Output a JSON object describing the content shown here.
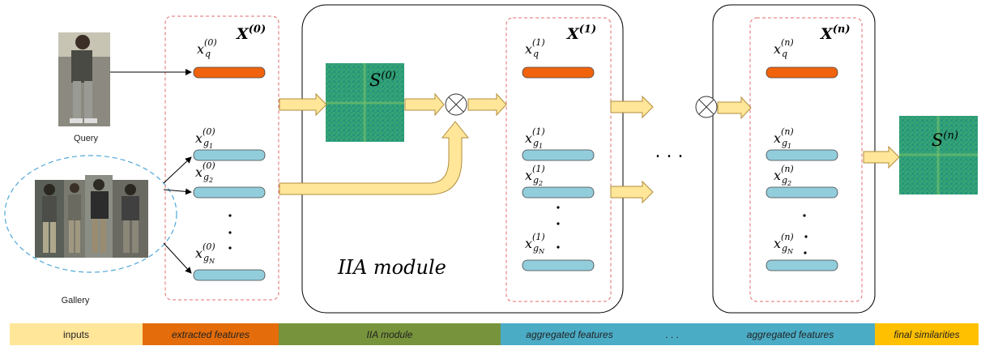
{
  "labels": {
    "query": "Query",
    "gallery": "Gallery",
    "iia_module": "IIA module",
    "x0": "X",
    "x0_sup": "(0)",
    "x1": "X",
    "x1_sup": "(1)",
    "xn": "X",
    "xn_sup": "(n)",
    "s0": "S",
    "s0_sup": "(0)",
    "sn": "S",
    "sn_sup": "(n)",
    "feat_var": "x",
    "q_sub": "q",
    "g1_sub": "g",
    "g1_subsub": "1",
    "g2_sub": "g",
    "g2_subsub": "2",
    "gN_sub": "g",
    "gN_subsub": "N",
    "sup0": "(0)",
    "sup1": "(1)",
    "supn": "(n)",
    "ellipsis_dots": ". . ."
  },
  "legend": [
    {
      "label": "inputs",
      "color": "#ffe699",
      "italic": false
    },
    {
      "label": "extracted features",
      "color": "#e46c0a",
      "italic": true
    },
    {
      "label": "IIA module",
      "color": "#77933c",
      "italic": true
    },
    {
      "label": "aggregated features",
      "color": "#4bacc6",
      "italic": true
    },
    {
      "label": ". . .",
      "color": "#4bacc6",
      "italic": false
    },
    {
      "label": "aggregated features",
      "color": "#4bacc6",
      "italic": true
    },
    {
      "label": "final similarities",
      "color": "#ffc000",
      "italic": true
    }
  ],
  "colors": {
    "query_bar": "#f0630c",
    "gallery_bar": "#92cddc",
    "arrow_fill": "#ffe699",
    "arrow_stroke": "#b08d3c",
    "dashed_red": "#e36c6c",
    "dashed_blue": "#4fa8d8",
    "matrix": "#2e9e7a"
  }
}
